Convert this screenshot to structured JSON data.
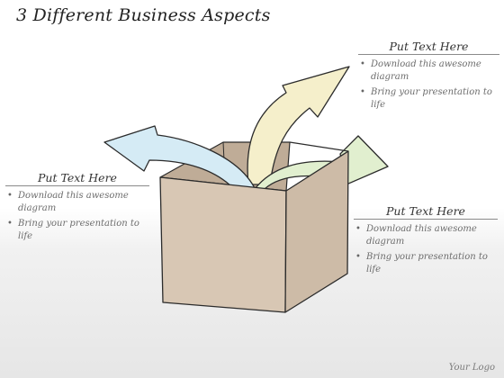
{
  "title": "3 Different Business Aspects",
  "blocks": {
    "top_right": {
      "heading": "Put Text Here",
      "bullets": [
        "Download this awesome diagram",
        "Bring your presentation to life"
      ]
    },
    "left": {
      "heading": "Put Text Here",
      "bullets": [
        "Download this awesome diagram",
        "Bring your presentation to life"
      ]
    },
    "right": {
      "heading": "Put Text Here",
      "bullets": [
        "Download this awesome diagram",
        "Bring your presentation to life"
      ]
    }
  },
  "logo": "Your Logo",
  "colors": {
    "box_face": "#d8c7b4",
    "box_side": "#cdbba7",
    "box_inner": "#bfac97",
    "arrow_blue": "#d5ebf5",
    "arrow_yellow": "#f5efcb",
    "arrow_green": "#e1efcf",
    "outline": "#2b2b2b"
  }
}
